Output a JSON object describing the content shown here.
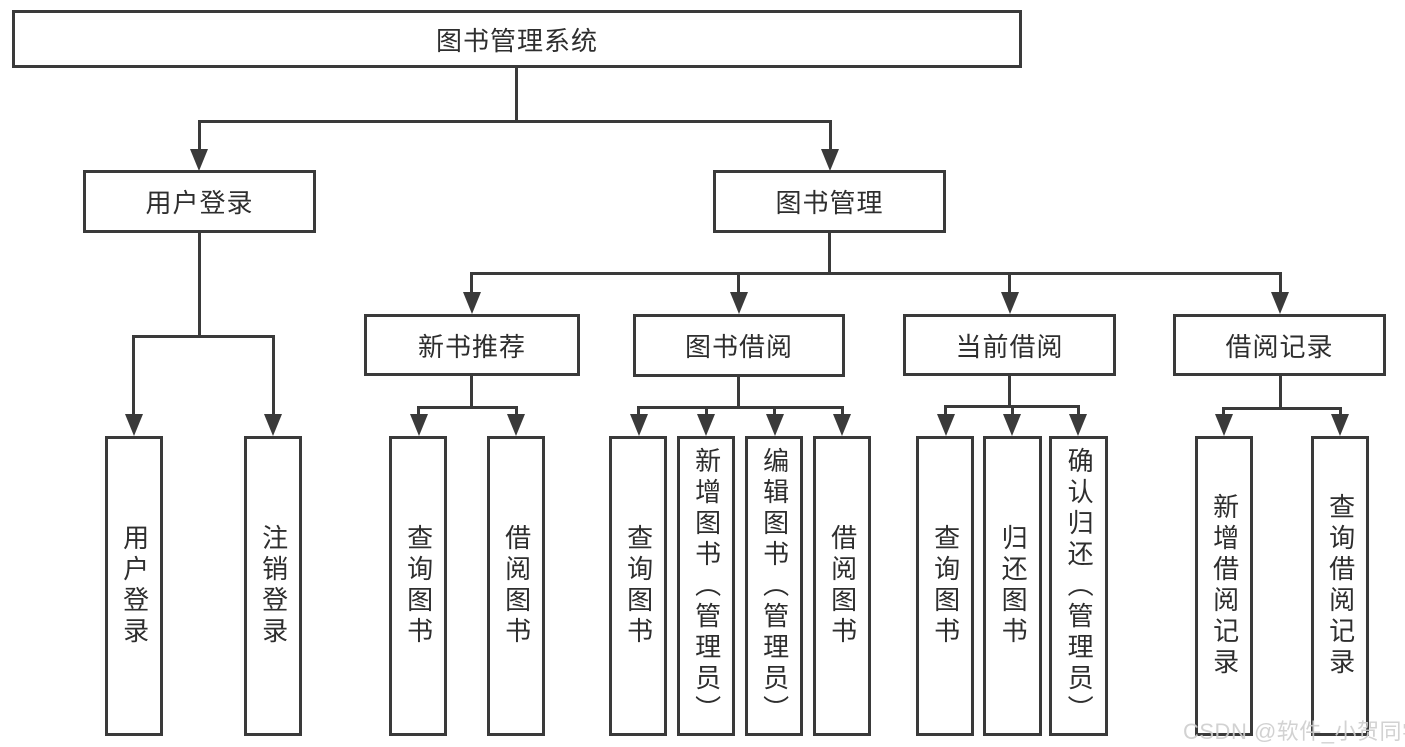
{
  "colors": {
    "line": "#3a3a3a",
    "text": "#2e2e2e",
    "background": "#ffffff",
    "watermark": "#cfcfcf"
  },
  "watermark": {
    "text": "CSDN @软件_小贺同学"
  },
  "tree": {
    "root": {
      "label": "图书管理系统"
    },
    "level2": [
      {
        "label": "用户登录"
      },
      {
        "label": "图书管理"
      }
    ],
    "level3": [
      {
        "label": "新书推荐"
      },
      {
        "label": "图书借阅"
      },
      {
        "label": "当前借阅"
      },
      {
        "label": "借阅记录"
      }
    ],
    "leaves_login": [
      {
        "label": "用户登录"
      },
      {
        "label": "注销登录"
      }
    ],
    "leaves_recommend": [
      {
        "label": "查询图书"
      },
      {
        "label": "借阅图书"
      }
    ],
    "leaves_borrow": [
      {
        "label": "查询图书"
      },
      {
        "label": "新增图书（管理员）"
      },
      {
        "label": "编辑图书（管理员）"
      },
      {
        "label": "借阅图书"
      }
    ],
    "leaves_current": [
      {
        "label": "查询图书"
      },
      {
        "label": "归还图书"
      },
      {
        "label": "确认归还（管理员）"
      }
    ],
    "leaves_records": [
      {
        "label": "新增借阅记录"
      },
      {
        "label": "查询借阅记录"
      }
    ]
  }
}
